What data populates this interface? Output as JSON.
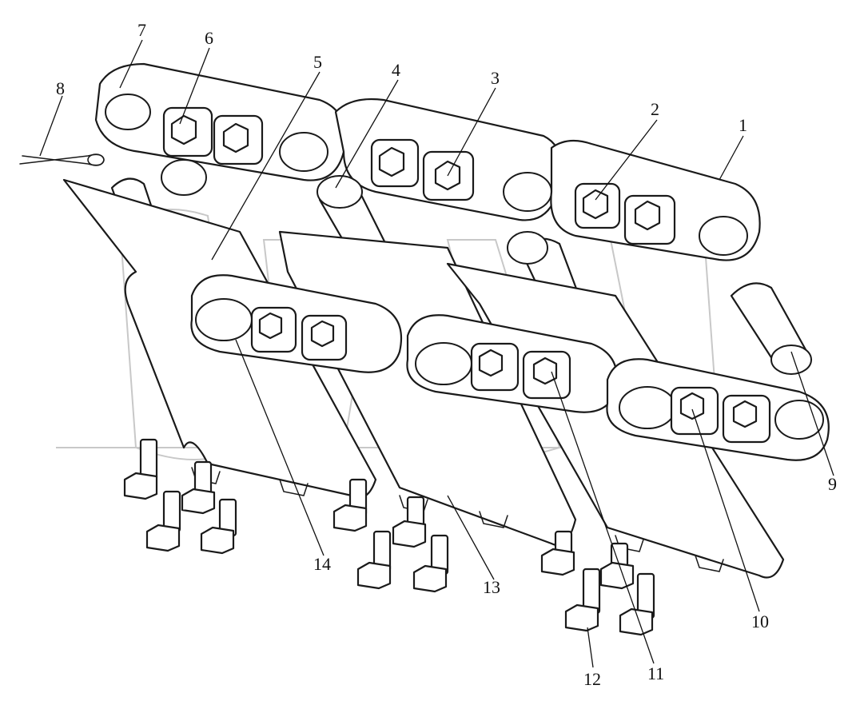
{
  "callouts": [
    {
      "id": "1",
      "label": "1"
    },
    {
      "id": "2",
      "label": "2"
    },
    {
      "id": "3",
      "label": "3"
    },
    {
      "id": "4",
      "label": "4"
    },
    {
      "id": "5",
      "label": "5"
    },
    {
      "id": "6",
      "label": "6"
    },
    {
      "id": "7",
      "label": "7"
    },
    {
      "id": "8",
      "label": "8"
    },
    {
      "id": "9",
      "label": "9"
    },
    {
      "id": "10",
      "label": "10"
    },
    {
      "id": "11",
      "label": "11"
    },
    {
      "id": "12",
      "label": "12"
    },
    {
      "id": "13",
      "label": "13"
    },
    {
      "id": "14",
      "label": "14"
    }
  ],
  "colors": {
    "line": "#1a1a1a",
    "watermark": "#c8c8c8",
    "background": "#ffffff"
  }
}
